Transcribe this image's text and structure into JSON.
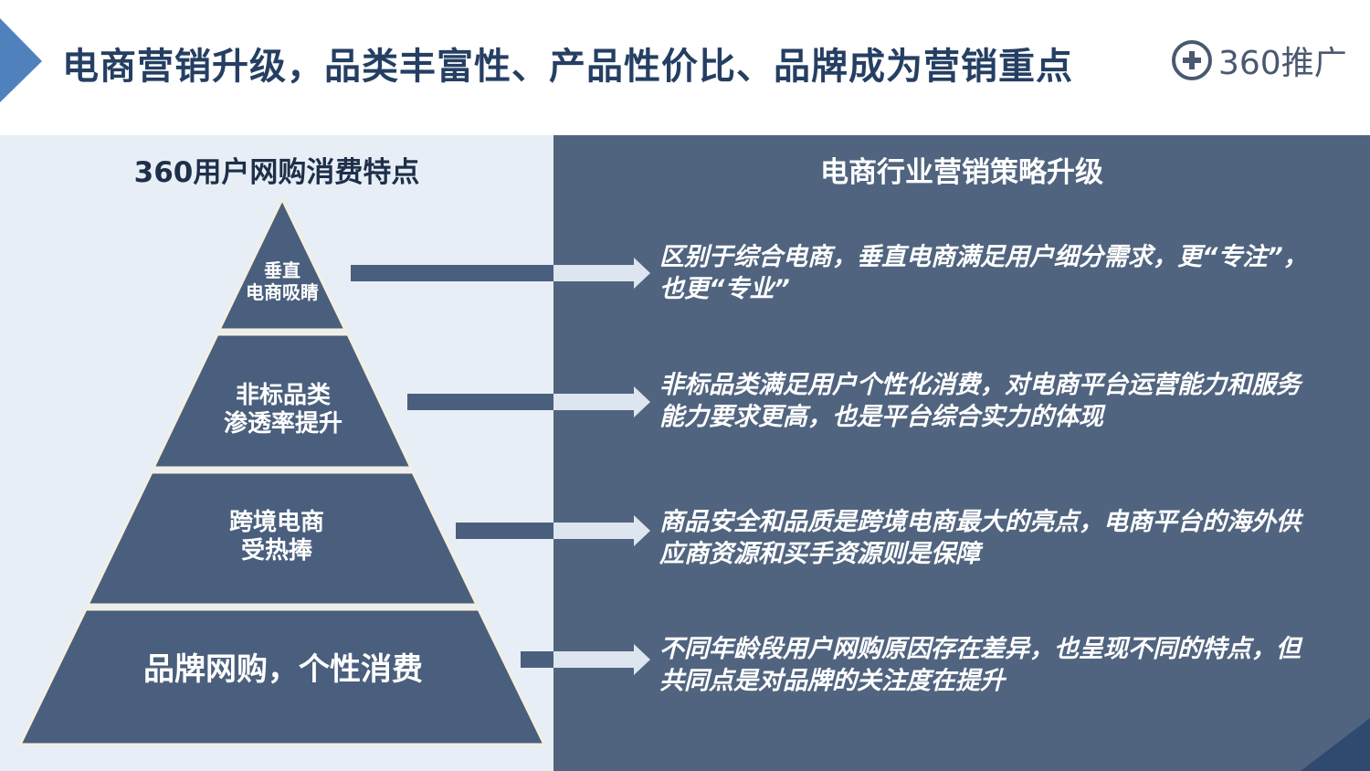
{
  "header": {
    "title": "电商营销升级，品类丰富性、产品性价比、品牌成为营销重点",
    "logo_text": "360推广"
  },
  "left": {
    "heading": "360用户网购消费特点",
    "tiers": [
      {
        "line1": "垂直",
        "line2": "电商吸睛"
      },
      {
        "line1": "非标品类",
        "line2": "渗透率提升"
      },
      {
        "line1": "跨境电商",
        "line2": "受热捧"
      },
      {
        "line1": "品牌网购，个性消费"
      }
    ]
  },
  "right": {
    "heading": "电商行业营销策略升级",
    "items": [
      "区别于综合电商，垂直电商满足用户细分需求，更“专注”，也更“专业”",
      "非标品类满足用户个性化消费，对电商平台运营能力和服务能力要求更高，也是平台综合实力的体现",
      "商品安全和品质是跨境电商最大的亮点，电商平台的海外供应商资源和买手资源则是保障",
      "不同年龄段用户网购原因存在差异，也呈现不同的特点，但共同点是对品牌的关注度在提升"
    ]
  }
}
